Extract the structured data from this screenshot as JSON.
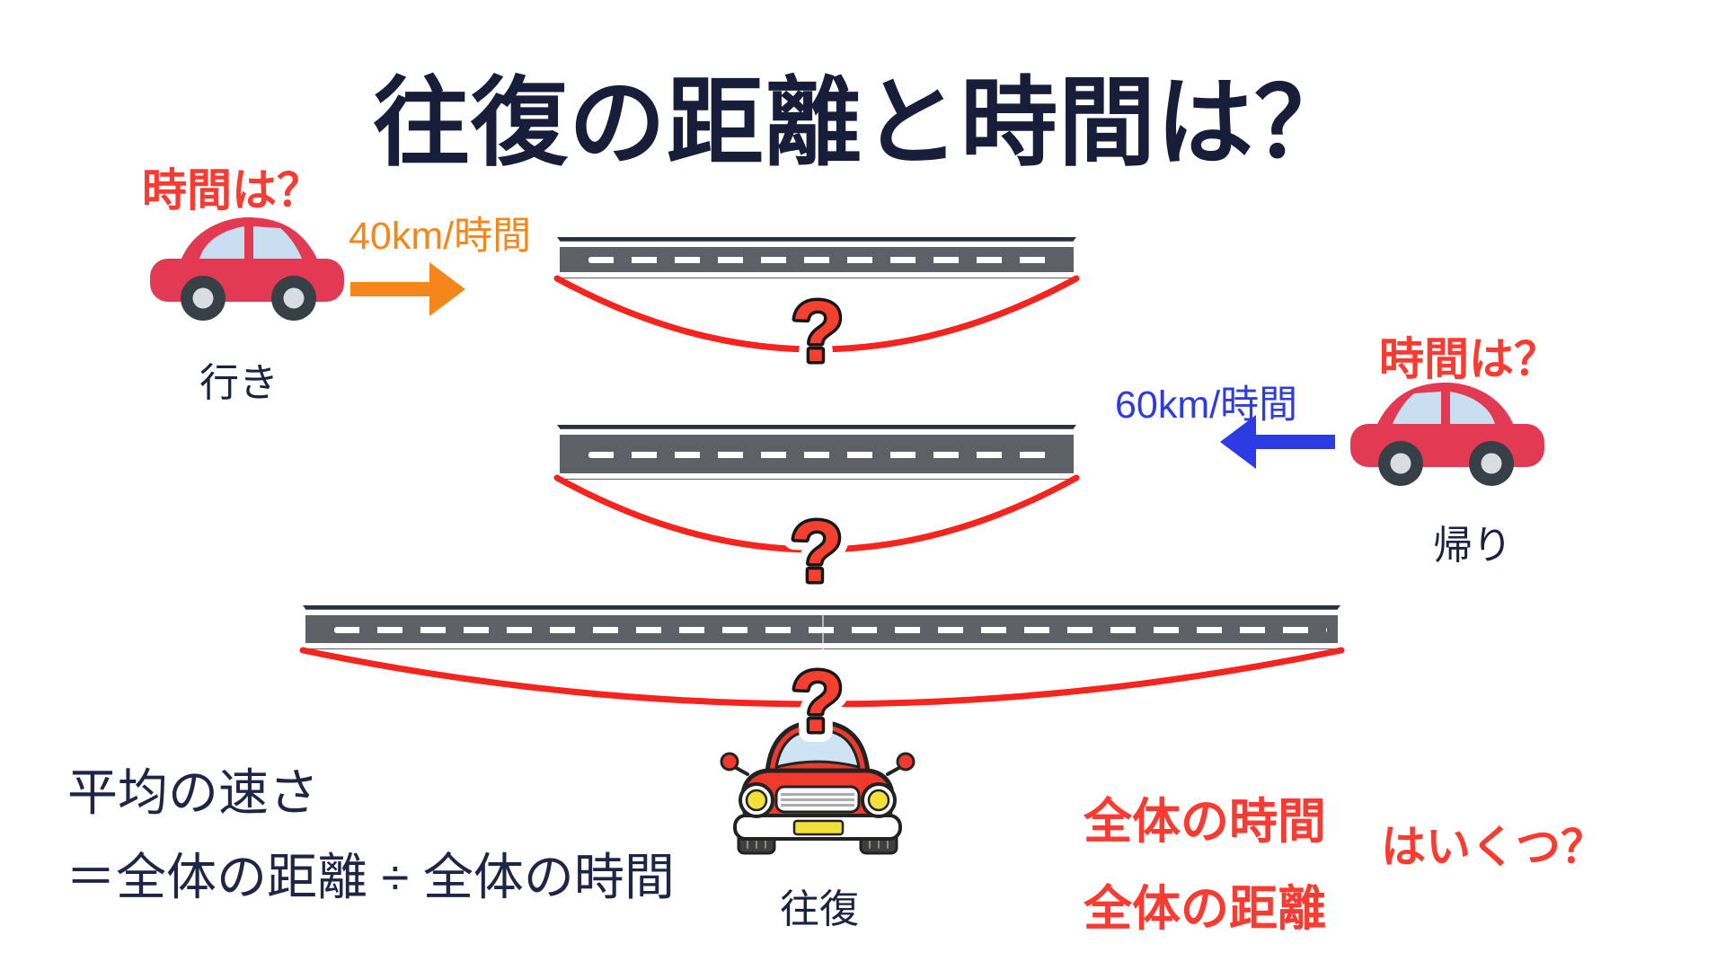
{
  "title": {
    "text": "往復の距離と時間は？",
    "color": "#181d39"
  },
  "outbound": {
    "time_question": "時間は？",
    "speed_label": "40km/時間",
    "direction_label": "行き"
  },
  "return_trip": {
    "time_question": "時間は？",
    "speed_label": "60km/時間",
    "direction_label": "帰り"
  },
  "roundtrip": {
    "direction_label": "往復"
  },
  "question_mark": "?",
  "formula": {
    "line1": "平均の速さ",
    "line2": "＝全体の距離 ÷ 全体の時間"
  },
  "summary": {
    "line1": "全体の時間",
    "line2": "全体の距離",
    "question": "はいくつ？"
  },
  "colors": {
    "navy_text": "#1b2142",
    "red_text": "#f93b31",
    "orange_accent": "#f5861c",
    "blue_accent": "#2d3be2",
    "curve_red": "#f5241e",
    "question_fill": "#f4402f",
    "side_car_body": "#e13a52",
    "front_car_body": "#ee3a2c",
    "road_asphalt": "#5d6166",
    "background": "#ffffff"
  }
}
